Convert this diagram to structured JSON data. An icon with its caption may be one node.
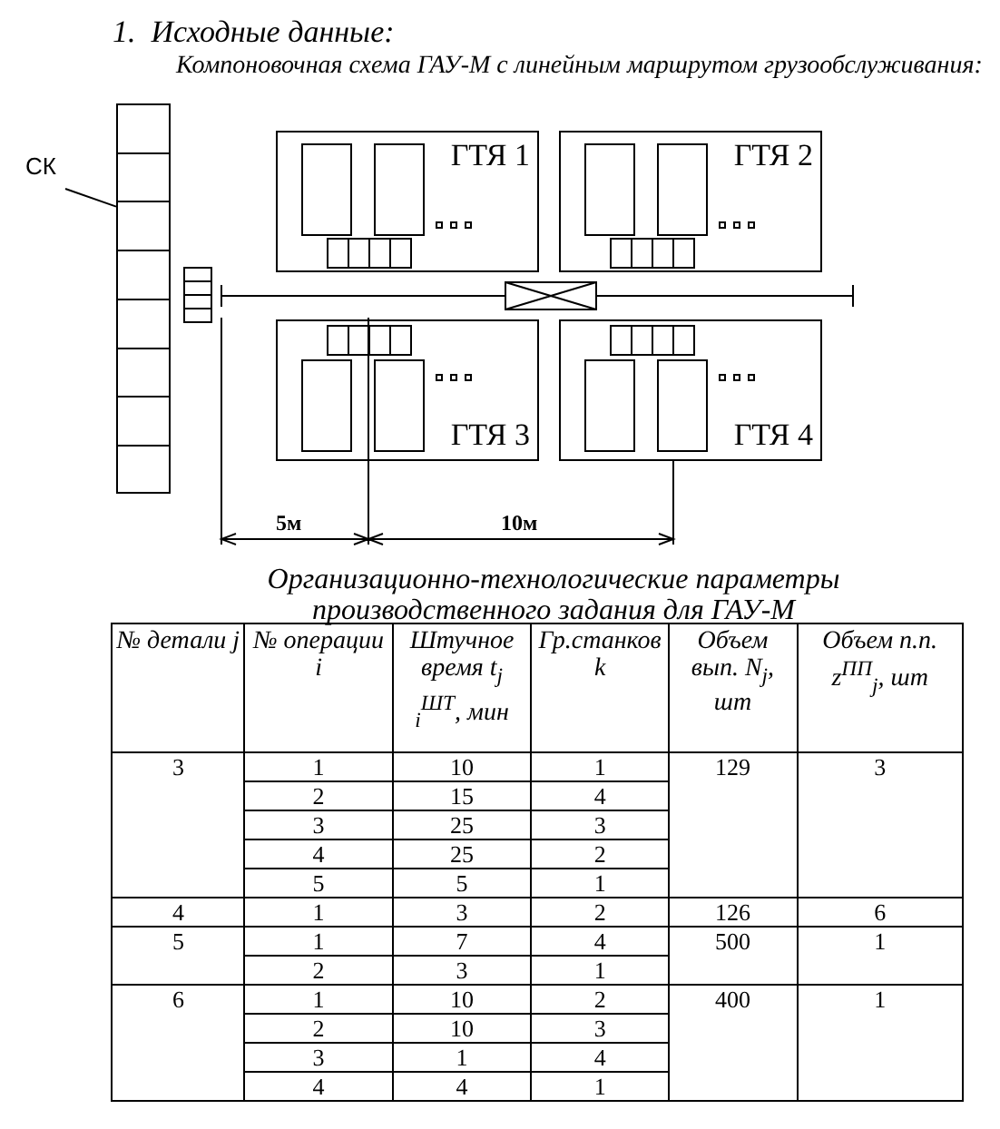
{
  "diagram": {
    "title": "1.  Исходные данные:",
    "nodes": [
      {
        "text": [
          "СК"
        ]
      },
      {
        "text": [],
        "shape": "box"
      },
      {
        "text": [
          "ГТЯ 1"
        ]
      },
      {
        "text": [
          "ГТЯ 2"
        ]
      },
      {
        "text": [
          "ГТЯ 3"
        ]
      },
      {
        "text": [
          "ГТЯ 4"
        ]
      }
    ],
    "edges": [
      {
        "from": 0,
        "to": 1,
        "arrow": "none"
      }
    ],
    "labels": [
      "Компоновочная схема ГАУ-М с линейным маршрутом грузообслуживания:",
      "5м",
      "10м",
      "Организационно-технологические параметры производственного задания для ГАУ-М",
      "№ детали j",
      "№ операции i",
      "Штучное время t$_{j i}$$^{ШТ}$, мин",
      "Гр.станков k",
      "Объем вып. N$_{j}$, шт",
      "Объем п.п. z$^{ПП}$$_{j}$, шт",
      "3",
      "1",
      "10",
      "1",
      "129",
      "3",
      "2",
      "15",
      "4",
      "3",
      "25",
      "3",
      "4",
      "25",
      "2",
      "5",
      "5",
      "1",
      "4",
      "1",
      "3",
      "2",
      "126",
      "6",
      "5",
      "1",
      "7",
      "4",
      "500",
      "1",
      "2",
      "3",
      "1",
      "6",
      "1",
      "10",
      "2",
      "400",
      "1",
      "2",
      "10",
      "3",
      "3",
      "1",
      "4",
      "4",
      "4",
      "1"
    ]
  }
}
